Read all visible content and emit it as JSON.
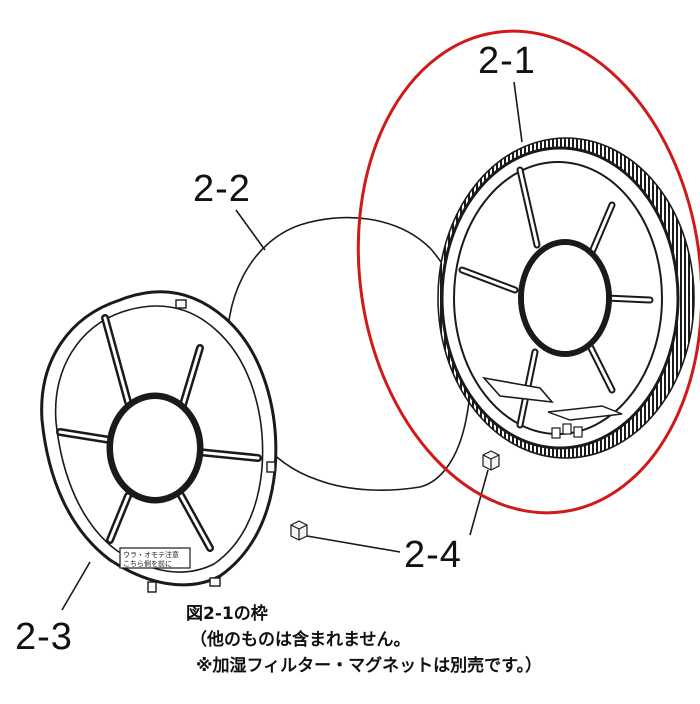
{
  "colors": {
    "line": "#1a1a1a",
    "highlight": "#d01a1a",
    "background": "#ffffff"
  },
  "labels": {
    "frame": "2-1",
    "filter_sheet": "2-2",
    "front_frame": "2-3",
    "magnets": "2-4"
  },
  "front_frame_sticker": {
    "line1": "ウラ・オモテ注意",
    "line2": "こちら側を前に"
  },
  "caption": {
    "title": "図2-1の枠",
    "note1": "（他のものは含まれません。",
    "note2": "※加湿フィルター・マグネットは別売です。）"
  }
}
